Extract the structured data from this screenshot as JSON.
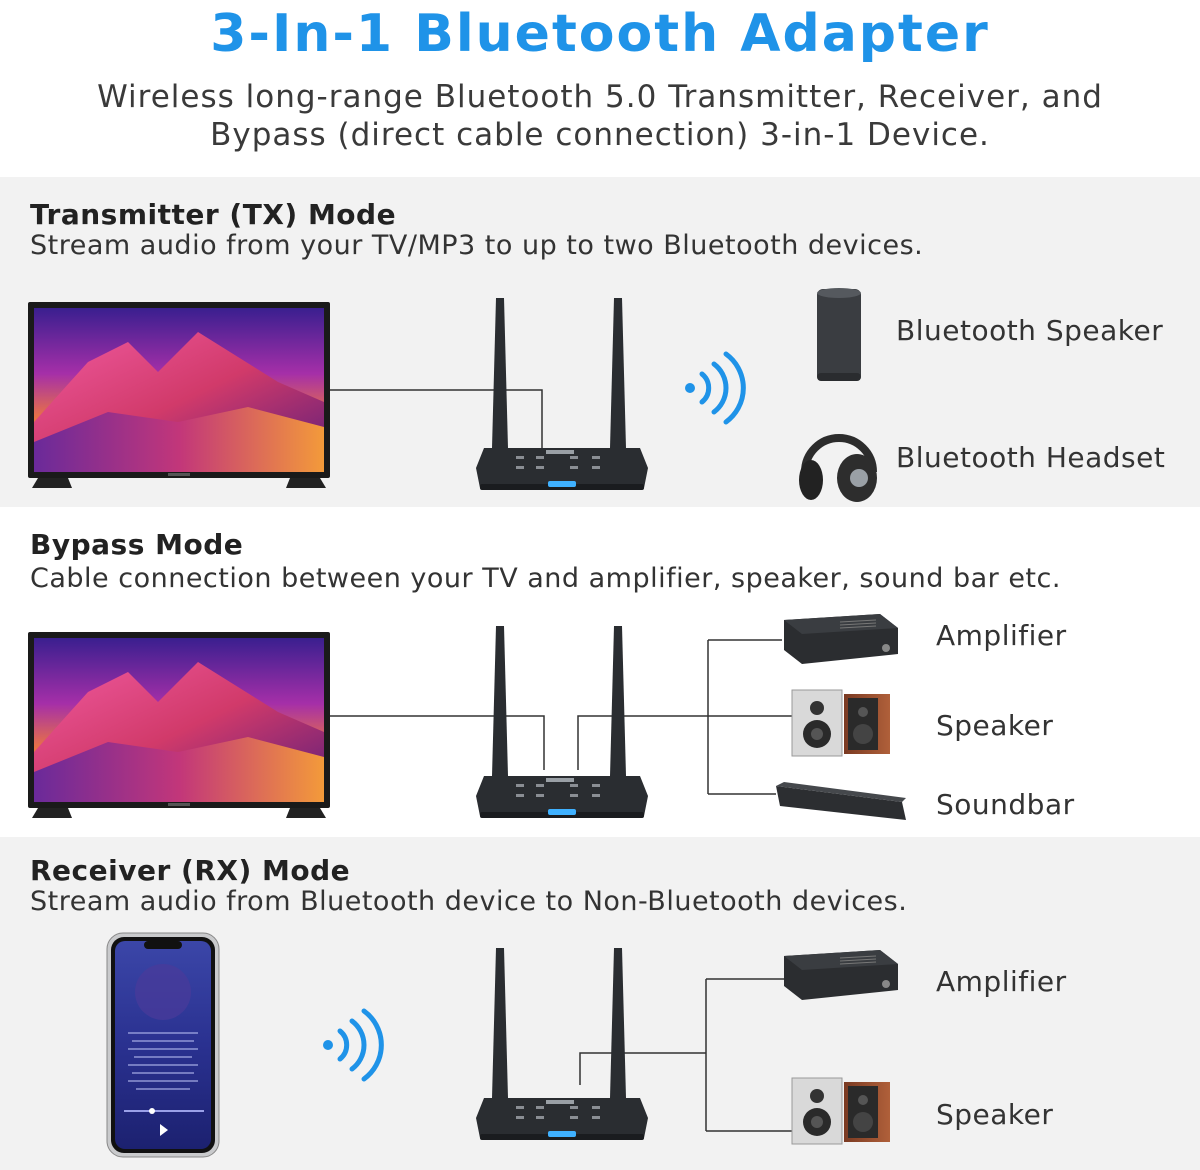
{
  "header": {
    "title": "3-In-1 Bluetooth Adapter",
    "subtitle_line1": "Wireless long-range Bluetooth 5.0 Transmitter, Receiver, and",
    "subtitle_line2": "Bypass (direct cable connection) 3-in-1 Device."
  },
  "tx": {
    "title": "Transmitter (TX) Mode",
    "desc": "Stream audio from your TV/MP3 to up to two Bluetooth devices.",
    "devices": [
      "Bluetooth Speaker",
      "Bluetooth Headset"
    ]
  },
  "bypass": {
    "title": "Bypass Mode",
    "desc": "Cable connection between your TV and amplifier, speaker, sound bar etc.",
    "devices": [
      "Amplifier",
      "Speaker",
      "Soundbar"
    ]
  },
  "rx": {
    "title": "Receiver (RX) Mode",
    "desc": "Stream audio from Bluetooth device to Non-Bluetooth devices.",
    "devices": [
      "Amplifier",
      "Speaker"
    ]
  },
  "colors": {
    "accent": "#1f93e8",
    "band": "#f2f2f2",
    "device_body": "#2a2d31"
  },
  "icons": [
    "tv-icon",
    "bluetooth-adapter-icon",
    "wireless-signal-icon",
    "bluetooth-speaker-icon",
    "headphones-icon",
    "amplifier-icon",
    "bookshelf-speaker-icon",
    "soundbar-icon",
    "smartphone-icon"
  ]
}
